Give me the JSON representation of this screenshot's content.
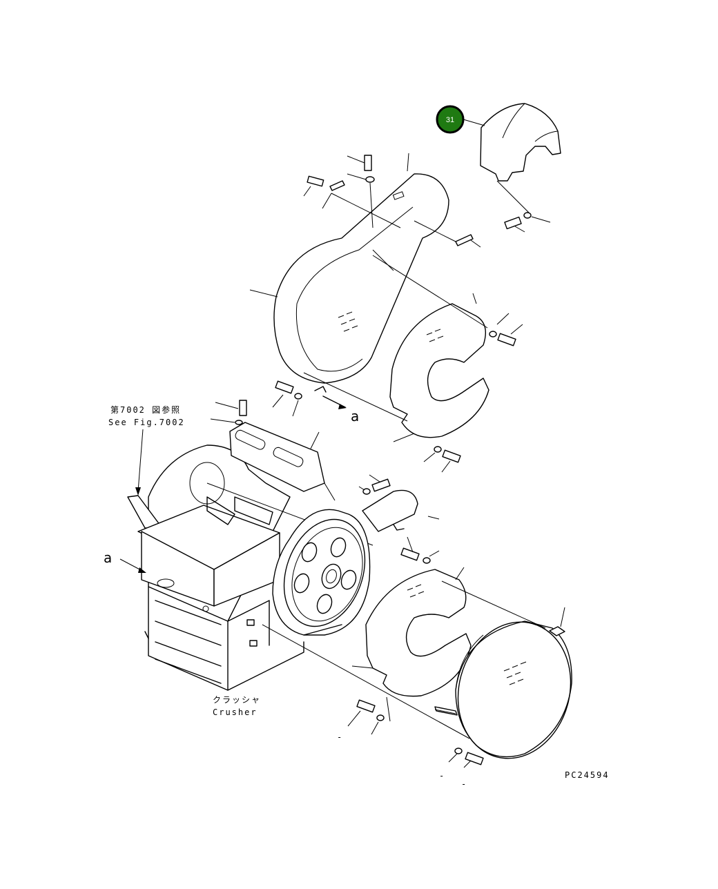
{
  "diagram": {
    "drawing_code": "PC24594",
    "callout": {
      "number": "31",
      "color": "#1f7a12",
      "ring_color": "#000000"
    },
    "reference_note": {
      "line_jp": "第7002 図参照",
      "line_en": "See Fig.7002"
    },
    "crusher_label": {
      "line_jp": "クラッシャ",
      "line_en": "Crusher"
    },
    "view_marks": [
      "a",
      "a"
    ],
    "stray_marks": [
      "-",
      "-",
      "-"
    ]
  }
}
